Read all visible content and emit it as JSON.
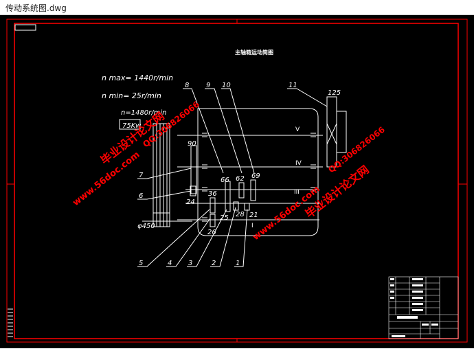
{
  "window": {
    "title": "传动系统图.dwg"
  },
  "drawing": {
    "heading": "主轴箱运动简图",
    "speed_max": "n max= 1440r/min",
    "speed_min": "n min= 25r/min",
    "motor_speed": "n=1480r/min",
    "motor_label": "75Kw",
    "pulley_dia": "φ450",
    "part_labels": [
      "1",
      "2",
      "3",
      "4",
      "5",
      "6",
      "7",
      "8",
      "9",
      "10",
      "11"
    ],
    "gear_labels": [
      "125",
      "90",
      "24",
      "36",
      "25",
      "26",
      "66",
      "62",
      "28",
      "69",
      "21"
    ],
    "shaft_labels": [
      "V",
      "IV",
      "III",
      "I"
    ],
    "watermarks": [
      "毕业设计论文网",
      "www.56doc.com",
      "QQ:306826066"
    ]
  },
  "colors": {
    "background": "#000000",
    "border": "#ff0000",
    "lines": "#ffffff",
    "text": "#ffffff",
    "watermark": "#ff0000"
  }
}
